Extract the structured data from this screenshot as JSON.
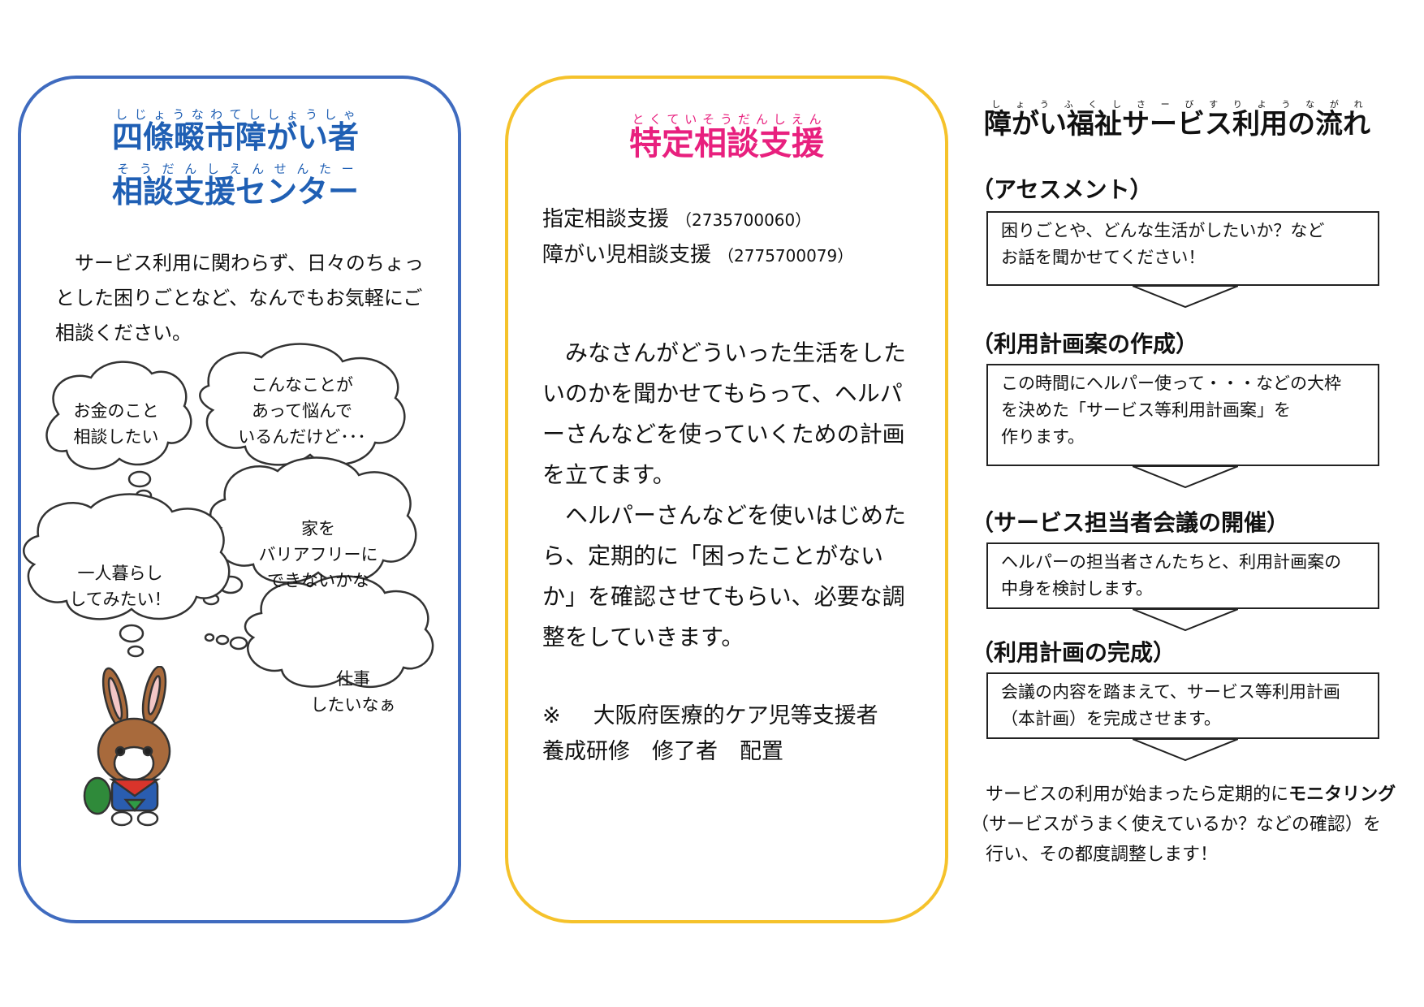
{
  "left_panel": {
    "title_line1": "四條畷市障がい者",
    "title_line2": "相談支援センター",
    "intro": "サービス利用に関わらず、日々のちょっとした困りごとなど、なんでもお気軽にご相談ください。",
    "bubbles": [
      {
        "line1": "お金のこと",
        "line2": "相談したい"
      },
      {
        "line1": "こんなことが",
        "line2": "あって悩んで",
        "line3": "いるんだけど･･･"
      },
      {
        "line1": "家を",
        "line2": "バリアフリーに",
        "line3": "できないかな"
      },
      {
        "line1": "一人暮らし",
        "line2": "してみたい！"
      },
      {
        "line1": "仕事",
        "line2": "したいなぁ"
      }
    ]
  },
  "mid_panel": {
    "title": "特定相談支援",
    "offices": [
      {
        "name": "指定相談支援",
        "number": "（2735700060）"
      },
      {
        "name": "障がい児相談支援",
        "number": "（2775700079）"
      }
    ],
    "paragraph1": "みなさんがどういった生活をしたいのかを聞かせてもらって、ヘルパーさんなどを使っていくための計画を立てます。",
    "paragraph2": "ヘルパーさんなどを使いはじめたら、定期的に「困ったことがないか」を確認させてもらい、必要な調整をしていきます。",
    "note_mark": "※",
    "note_line1": "大阪府医療的ケア児等支援者",
    "note_line2": "養成研修　修了者　配置"
  },
  "flow": {
    "title": "障がい福祉サービス利用の流れ",
    "steps": [
      {
        "label": "（アセスメント）",
        "text_line1": "困りごとや、どんな生活がしたいか？など",
        "text_line2": "お話を聞かせてください！"
      },
      {
        "label": "（利用計画案の作成）",
        "text_line1": "この時間にヘルパー使って・・・などの大枠",
        "text_line2": "を決めた「サービス等利用計画案」を",
        "text_line3": "作ります。"
      },
      {
        "label": "（サービス担当者会議の開催）",
        "text_line1": "ヘルパーの担当者さんたちと、利用計画案の",
        "text_line2": "中身を検討します。"
      },
      {
        "label": "（利用計画の完成）",
        "text_line1": "会議の内容を踏まえて、サービス等利用計画",
        "text_line2": "（本計画）を完成させます。"
      }
    ],
    "footer_line1_a": "サービスの利用が始まったら定期的に",
    "footer_line1_b": "モニタリング",
    "footer_line2": "（サービスがうまく使えているか？などの確認）を",
    "footer_line3": "行い、その都度調整します！"
  },
  "colors": {
    "left_border": "#3f6bbf",
    "mid_border": "#f5c22b",
    "left_title": "#1f5fb4",
    "mid_title": "#e8207e"
  }
}
